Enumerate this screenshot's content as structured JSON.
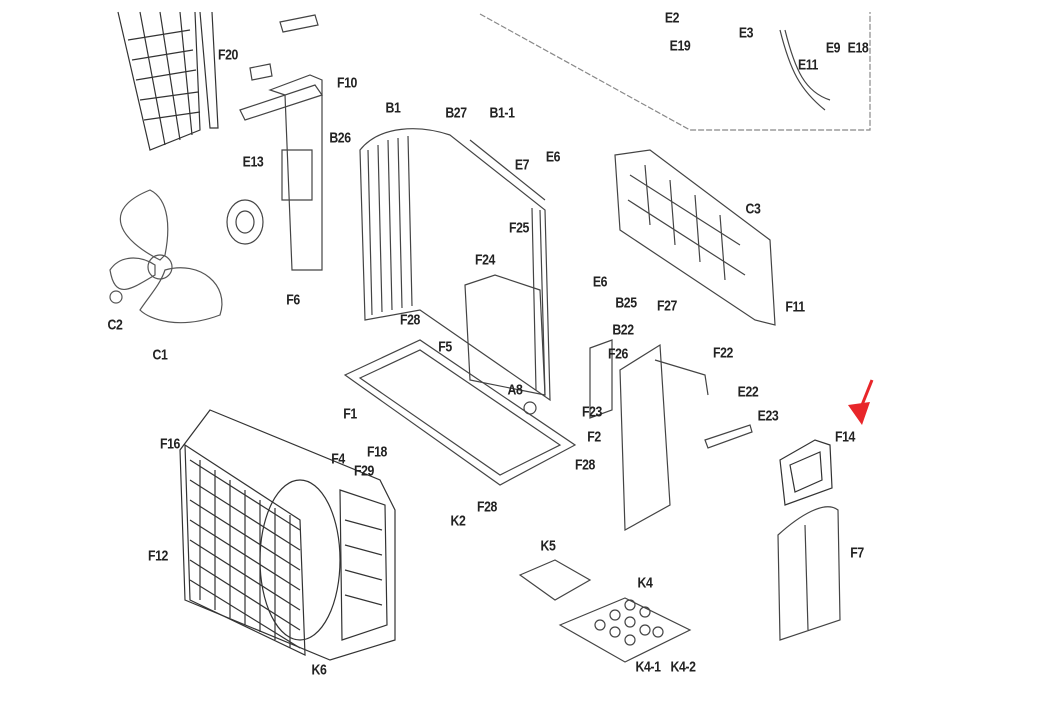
{
  "diagram": {
    "type": "exploded-parts-diagram",
    "highlight_color": "#e8262a",
    "highlighted_part": "F14",
    "labels": [
      {
        "id": "E2"
      },
      {
        "id": "E19"
      },
      {
        "id": "E3"
      },
      {
        "id": "E9"
      },
      {
        "id": "E18"
      },
      {
        "id": "E11"
      },
      {
        "id": "F20"
      },
      {
        "id": "F10"
      },
      {
        "id": "B1"
      },
      {
        "id": "B27"
      },
      {
        "id": "B1-1"
      },
      {
        "id": "B26"
      },
      {
        "id": "E13"
      },
      {
        "id": "E7"
      },
      {
        "id": "E6"
      },
      {
        "id": "C3"
      },
      {
        "id": "F25"
      },
      {
        "id": "F24"
      },
      {
        "id": "E6"
      },
      {
        "id": "B25"
      },
      {
        "id": "F6"
      },
      {
        "id": "C2"
      },
      {
        "id": "C1"
      },
      {
        "id": "F28"
      },
      {
        "id": "F5"
      },
      {
        "id": "B22"
      },
      {
        "id": "F27"
      },
      {
        "id": "F26"
      },
      {
        "id": "F11"
      },
      {
        "id": "F22"
      },
      {
        "id": "E22"
      },
      {
        "id": "E23"
      },
      {
        "id": "F14"
      },
      {
        "id": "A8"
      },
      {
        "id": "F1"
      },
      {
        "id": "F18"
      },
      {
        "id": "F23"
      },
      {
        "id": "F2"
      },
      {
        "id": "F16"
      },
      {
        "id": "F4"
      },
      {
        "id": "F29"
      },
      {
        "id": "F28"
      },
      {
        "id": "F28"
      },
      {
        "id": "K2"
      },
      {
        "id": "F12"
      },
      {
        "id": "F7"
      },
      {
        "id": "K5"
      },
      {
        "id": "K4"
      },
      {
        "id": "K6"
      },
      {
        "id": "K4-1"
      },
      {
        "id": "K4-2"
      }
    ]
  }
}
